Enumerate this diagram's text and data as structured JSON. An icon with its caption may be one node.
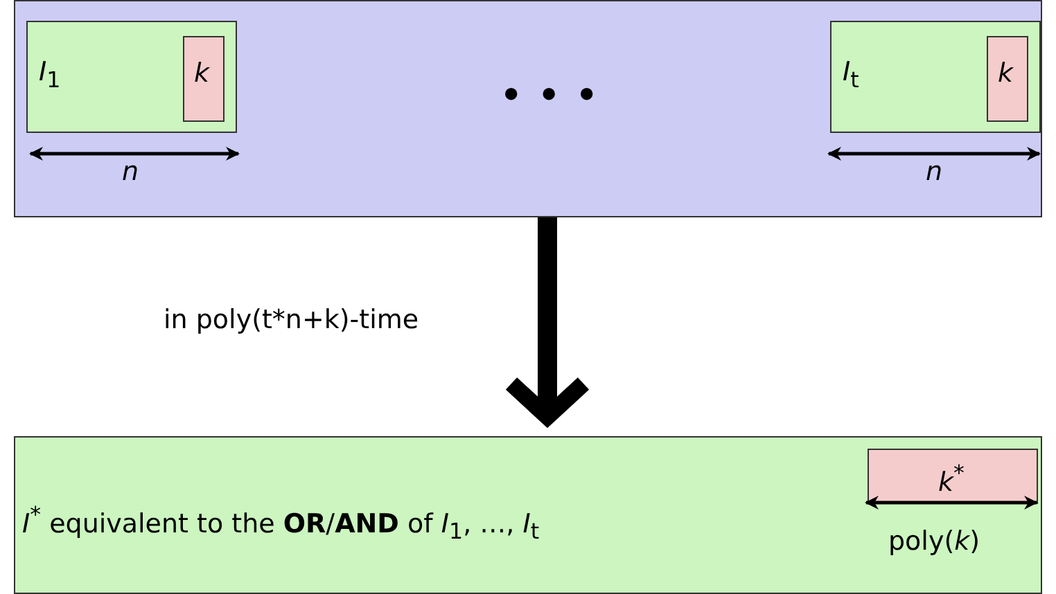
{
  "diagram": {
    "nodes": [
      {
        "text": [],
        "shape": "box"
      },
      {
        "text": [
          "*I*$_{1}$"
        ],
        "in": 0
      },
      {
        "text": [
          "k"
        ],
        "in": 1
      },
      {
        "text": [
          "*I*$_{t}$"
        ],
        "in": 0
      },
      {
        "text": [
          "k"
        ],
        "in": 3
      },
      {
        "text": [
          "*I*$^{*}$ equivalent to the **OR**/**AND** of *I*$_{1}$, …, *I*$_{t}$"
        ]
      },
      {
        "text": [
          "*k*$^{*}$"
        ],
        "in": 5
      }
    ],
    "edges": [
      {
        "from": 0,
        "to": 5,
        "arrow": "to",
        "label": "in poly(t*n+k)-time"
      }
    ],
    "labels": [
      "• • •",
      "n",
      "n",
      "poly(*k*)"
    ]
  }
}
